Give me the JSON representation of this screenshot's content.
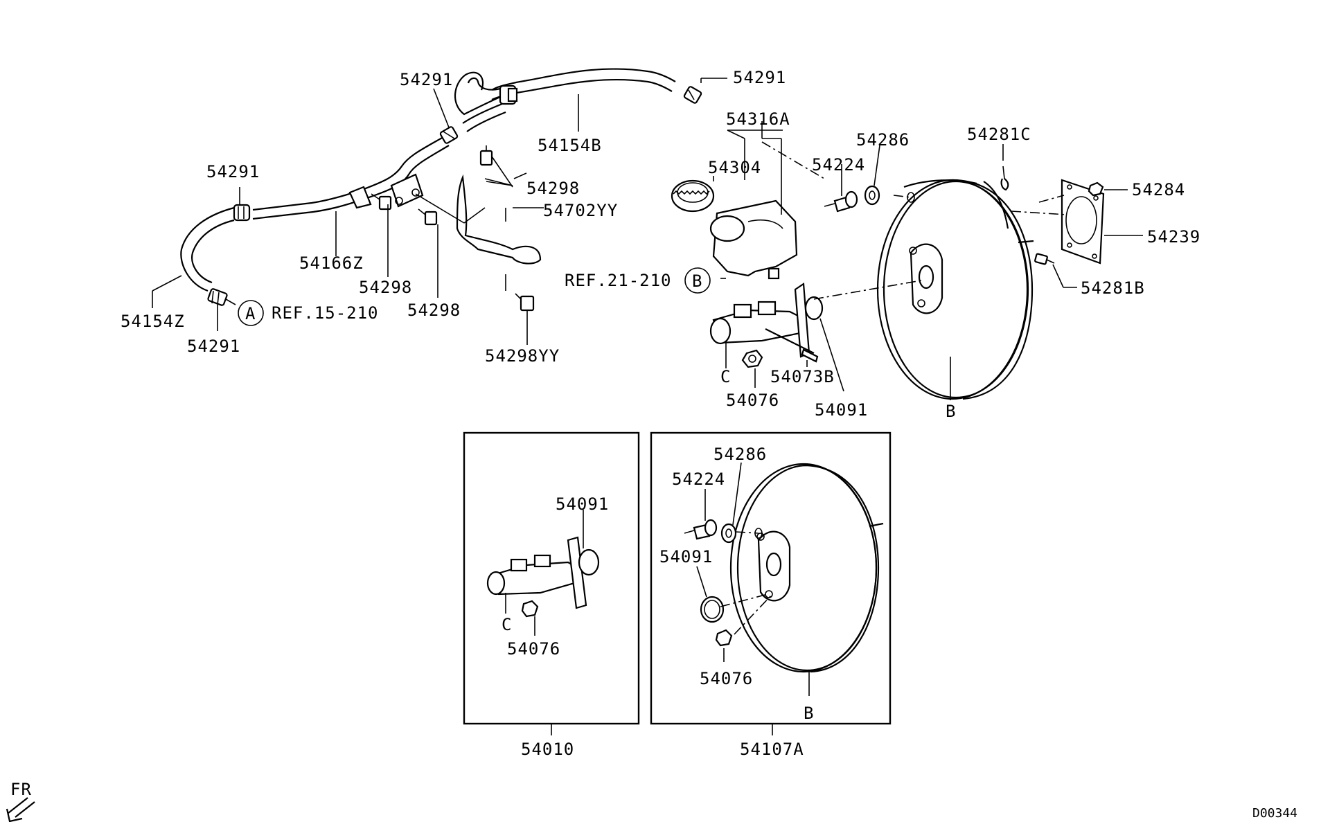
{
  "labels": {
    "hose_left_upper_clamp": "54291",
    "hose_top_clamp": "54291",
    "hose_right_clamp": "54291",
    "hose_54154B": "54154B",
    "hose_54166Z": "54166Z",
    "hose_54154Z": "54154Z",
    "clamp_bottom": "54291",
    "bolt_54298_top": "54298",
    "bolt_54298_mid": "54298",
    "bolt_54298_low": "54298",
    "bracket_54702YY": "54702YY",
    "bolt_54298YY": "54298YY",
    "reservoir_kit": "54316A",
    "reservoir_cap": "54304",
    "pin_54224": "54224",
    "grommet_54286": "54286",
    "clip_54281C": "54281C",
    "nut_54284": "54284",
    "gasket_54239": "54239",
    "bolt_54281B": "54281B",
    "push_rod": "54073B",
    "nut_54076": "54076",
    "oring_54091": "54091",
    "booster_B": "B",
    "master_C": "C",
    "box1_oring": "54091",
    "box1_nut": "54076",
    "box1_C": "C",
    "box1_assy": "54010",
    "box2_grommet": "54286",
    "box2_pin": "54224",
    "box2_oring": "54091",
    "box2_nut": "54076",
    "box2_B": "B",
    "box2_assy": "54107A"
  },
  "references": {
    "ref_a_letter": "A",
    "ref_a_text": "REF.15-210",
    "ref_b_letter": "B",
    "ref_b_text": "REF.21-210"
  },
  "footer": {
    "front_indicator": "FR",
    "diagram_code": "D00344"
  }
}
